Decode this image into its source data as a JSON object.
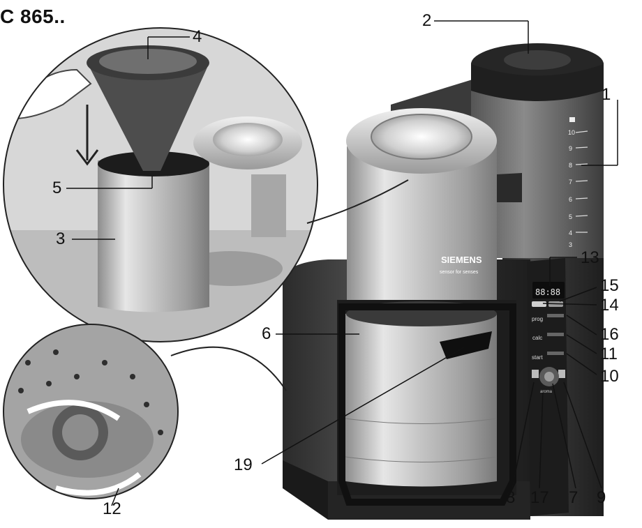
{
  "title": "C 865..",
  "brand": {
    "name": "SIEMENS",
    "tagline": "sensor for senses"
  },
  "display": {
    "time": "88:88"
  },
  "buttons": {
    "prog": "prog",
    "calc": "calc",
    "start": "start",
    "aroma": "aroma"
  },
  "scale": [
    "10",
    "9",
    "8",
    "7",
    "6",
    "5",
    "4",
    "3"
  ],
  "labels": [
    "1",
    "2",
    "3",
    "4",
    "5",
    "6",
    "7",
    "8",
    "9",
    "10",
    "11",
    "12",
    "13",
    "14",
    "15",
    "16",
    "17",
    "19"
  ]
}
